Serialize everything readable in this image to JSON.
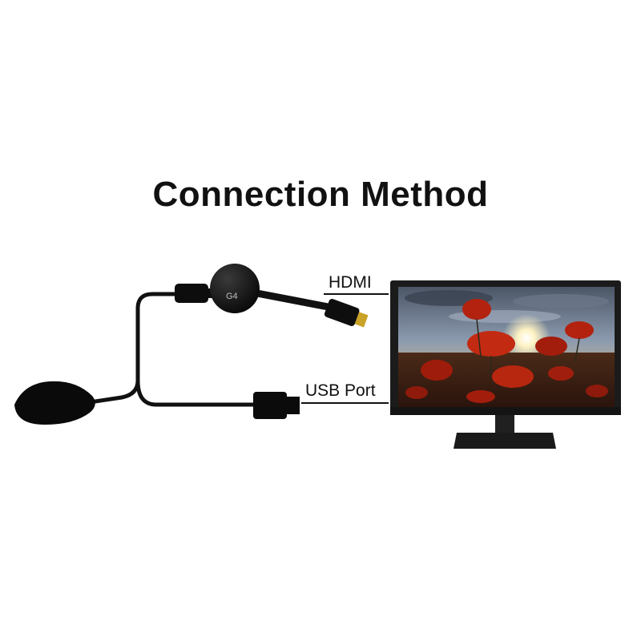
{
  "title": "Connection Method",
  "labels": {
    "hdmi": "HDMI",
    "usb": "USB Port"
  },
  "device": {
    "logo_text": "G4"
  },
  "colors": {
    "cable": "#111111",
    "connector_gold": "#c9a227",
    "screen_sky": "#7d8fa6",
    "flower_red": "#b3220f",
    "monitor_frame": "#1b1b1b"
  }
}
